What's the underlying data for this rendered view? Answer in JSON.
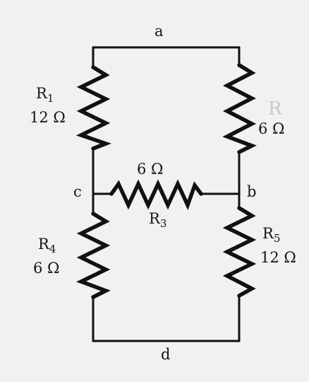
{
  "nodes": {
    "a": "a",
    "b": "b",
    "c": "c",
    "d": "d"
  },
  "resistors": {
    "r1": {
      "name": "R",
      "sub": "1",
      "value": "12 Ω"
    },
    "r2": {
      "value": "6 Ω"
    },
    "r3": {
      "name": "R",
      "sub": "3",
      "value": "6 Ω"
    },
    "r4": {
      "name": "R",
      "sub": "4",
      "value": "6 Ω"
    },
    "r5": {
      "name": "R",
      "sub": "5",
      "value": "12 Ω"
    }
  },
  "colors": {
    "ink": "#111111",
    "paper": "#f2f1ef"
  }
}
